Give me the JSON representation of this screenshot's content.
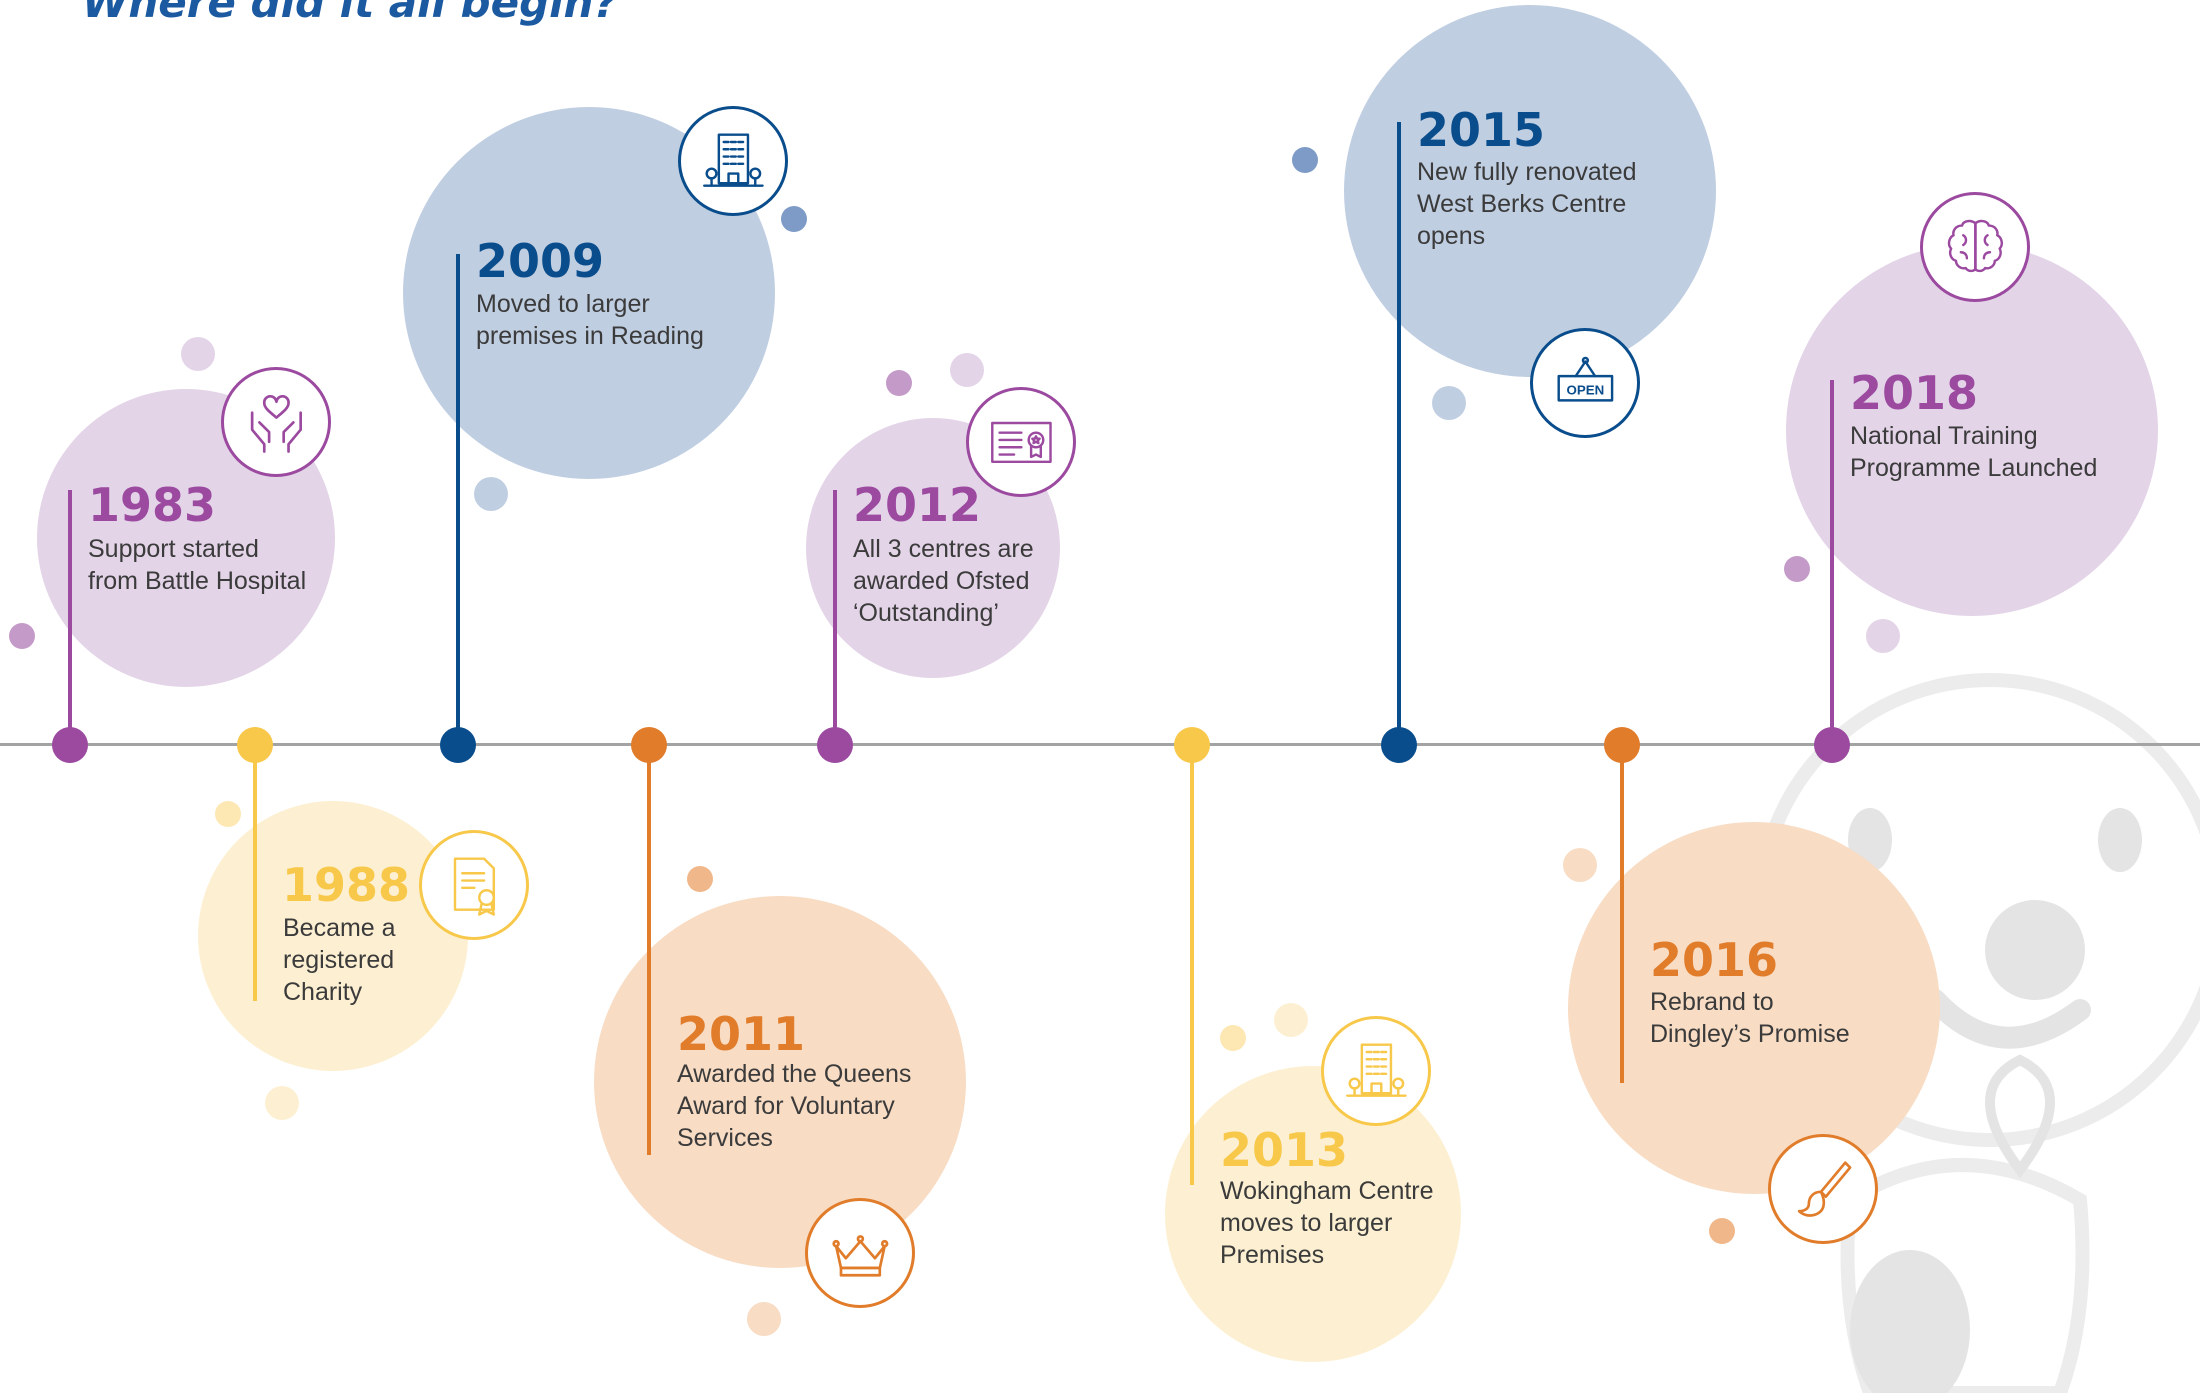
{
  "header": {
    "title": "Where did it all begin?"
  },
  "colors": {
    "purple": "#9b4aa0",
    "purple_light": "#e3d4e8",
    "blue": "#0a4d8c",
    "blue_light": "#c0cee2",
    "orange": "#e07c2a",
    "orange_light": "#f8dcc4",
    "yellow": "#f7c84a",
    "yellow_light": "#fdf0d2",
    "axis": "#a3a3a3"
  },
  "events": [
    {
      "year": "1983",
      "lines": [
        "Support started",
        "from Battle Hospital"
      ],
      "icon": "heart-hands-icon",
      "color": "purple"
    },
    {
      "year": "1988",
      "lines": [
        "Became a",
        "registered",
        "Charity"
      ],
      "icon": "certificate-icon",
      "color": "yellow"
    },
    {
      "year": "2009",
      "lines": [
        "Moved to larger",
        "premises in Reading"
      ],
      "icon": "building-icon",
      "color": "blue"
    },
    {
      "year": "2011",
      "lines": [
        "Awarded the Queens",
        "Award for Voluntary",
        "Services"
      ],
      "icon": "crown-icon",
      "color": "orange"
    },
    {
      "year": "2012",
      "lines": [
        "All 3 centres are",
        "awarded Ofsted",
        "‘Outstanding’"
      ],
      "icon": "award-certificate-icon",
      "color": "purple"
    },
    {
      "year": "2013",
      "lines": [
        "Wokingham Centre",
        "moves to larger",
        "Premises"
      ],
      "icon": "building-icon",
      "color": "yellow"
    },
    {
      "year": "2015",
      "lines": [
        "New fully renovated",
        "West Berks Centre",
        "opens"
      ],
      "icon": "open-sign-icon",
      "color": "blue",
      "icon_text": "OPEN"
    },
    {
      "year": "2016",
      "lines": [
        "Rebrand to",
        "Dingley’s Promise"
      ],
      "icon": "paintbrush-icon",
      "color": "orange"
    },
    {
      "year": "2018",
      "lines": [
        "National Training",
        "Programme Launched"
      ],
      "icon": "brain-icon",
      "color": "purple"
    }
  ]
}
